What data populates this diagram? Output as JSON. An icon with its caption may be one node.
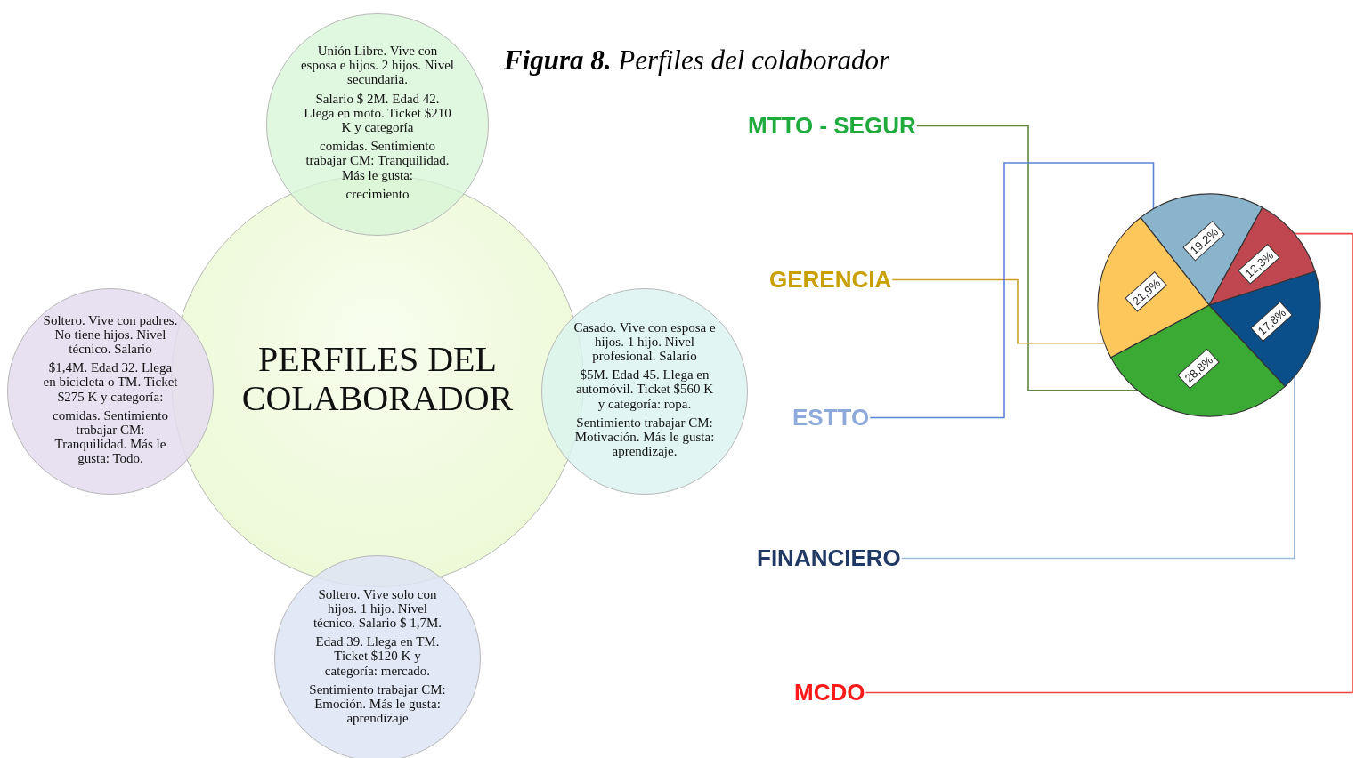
{
  "diagram": {
    "title": "**Figura 8.** Perfiles del colaborador",
    "nodes": [
      {
        "text": [
          "Unión Libre. Vive con esposa e hijos. 2 hijos. Nivel secundaria.",
          "Salario $ 2M. Edad 42. Llega en moto. Ticket $210 K y categoría",
          "comidas. Sentimiento trabajar CM: Tranquilidad. Más le gusta:",
          "crecimiento"
        ]
      },
      {
        "text": [
          "Soltero. Vive con padres. No tiene hijos. Nivel técnico. Salario",
          "$1,4M. Edad 32. Llega en bicicleta o TM. Ticket $275 K y categoría:",
          "comidas. Sentimiento trabajar CM: Tranquilidad. Más le gusta: Todo."
        ]
      },
      {
        "text": [
          "PERFILES DEL COLABORADOR"
        ]
      },
      {
        "text": [
          "Casado. Vive con esposa e hijos. 1 hijo. Nivel profesional. Salario",
          "$5M. Edad 45. Llega en automóvil. Ticket $560 K y categoría: ropa.",
          "Sentimiento trabajar CM: Motivación. Más le gusta: aprendizaje."
        ]
      },
      {
        "text": [
          "Soltero. Vive solo con hijos. 1 hijo. Nivel técnico. Salario $ 1,7M.",
          "Edad 39. Llega en TM. Ticket $120 K y categoría: mercado.",
          "Sentimiento trabajar CM: Emoción. Más le gusta: aprendizaje"
        ]
      },
      {
        "text": [
          "MTTO - SEGUR"
        ]
      },
      {
        "text": [
          "GERENCIA"
        ]
      },
      {
        "text": [
          "ESTTO"
        ]
      },
      {
        "text": [
          "FINANCIERO"
        ]
      },
      {
        "text": [
          "MCDO"
        ]
      },
      {
        "text": [
          "19,2%"
        ]
      },
      {
        "text": [
          "12,3%"
        ]
      },
      {
        "text": [
          "17,8%"
        ]
      },
      {
        "text": [
          "28,8%"
        ]
      },
      {
        "text": [
          "21,9%"
        ]
      }
    ],
    "edges": [
      {
        "from": 5,
        "to": 13,
        "arrow": "none",
        "color": "#5b8a3a"
      },
      {
        "from": 6,
        "to": 14,
        "arrow": "none",
        "color": "#c9a227"
      },
      {
        "from": 7,
        "to": 10,
        "arrow": "none",
        "color": "#5b84d6"
      },
      {
        "from": 8,
        "to": 12,
        "arrow": "none",
        "color": "#9dbde0"
      },
      {
        "from": 9,
        "to": 11,
        "arrow": "none",
        "color": "#ee4444"
      }
    ]
  }
}
